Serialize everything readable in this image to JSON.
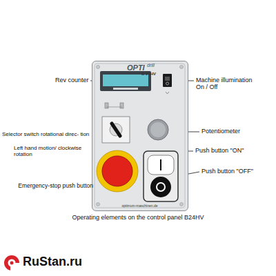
{
  "diagram": {
    "caption": "Operating elements on the control panel B24HV",
    "nodes": [
      {
        "text": [
          "OPTI",
          "drill",
          "B 24HV",
          "optimum-maschinen.de"
        ]
      }
    ],
    "labels": [
      "Rev counter",
      "Machine illumination On / Off",
      "Selector switch rotational direc- tion",
      "Left hand motion/ clockwise rotation",
      "Potentiometer",
      "Push button \"ON\"",
      "Push button \"OFF\"",
      "Emergency-stop push button",
      "RuStan.ru"
    ]
  }
}
